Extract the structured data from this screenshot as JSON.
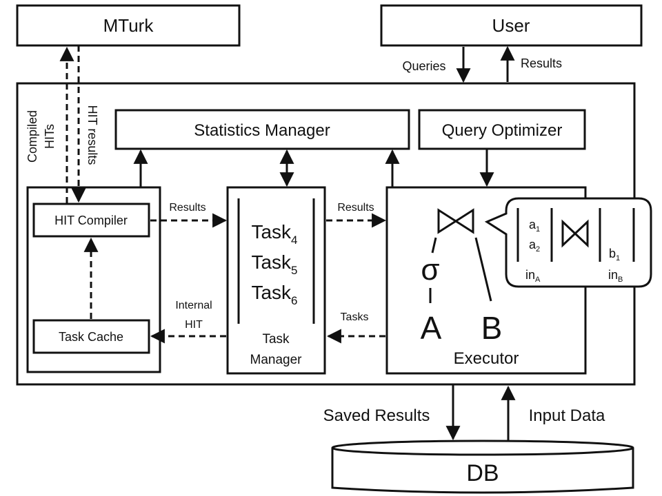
{
  "boxes": {
    "mturk": "MTurk",
    "user": "User",
    "statistics_manager": "Statistics Manager",
    "query_optimizer": "Query Optimizer",
    "hit_compiler": "HIT Compiler",
    "task_cache": "Task Cache",
    "db": "DB"
  },
  "task_manager": {
    "tasks": [
      {
        "name": "Task",
        "sub": "4"
      },
      {
        "name": "Task",
        "sub": "5"
      },
      {
        "name": "Task",
        "sub": "6"
      }
    ],
    "label_line1": "Task",
    "label_line2": "Manager"
  },
  "executor": {
    "label": "Executor",
    "join_symbol": "⋈",
    "select_symbol": "σ",
    "rel_a": "A",
    "rel_b": "B"
  },
  "callout": {
    "left_items": [
      {
        "name": "a",
        "sub": "1"
      },
      {
        "name": "a",
        "sub": "2"
      }
    ],
    "left_label": {
      "name": "in",
      "sub": "A"
    },
    "right_items": [
      {
        "name": "b",
        "sub": "1"
      }
    ],
    "right_label": {
      "name": "in",
      "sub": "B"
    }
  },
  "edge_labels": {
    "compiled_hits_1": "Compiled",
    "compiled_hits_2": "HITs",
    "hit_results": "HIT results",
    "queries": "Queries",
    "results_user": "Results",
    "results_left": "Results",
    "results_right": "Results",
    "internal_hit_1": "Internal",
    "internal_hit_2": "HIT",
    "tasks": "Tasks",
    "saved_results": "Saved Results",
    "input_data": "Input Data"
  }
}
